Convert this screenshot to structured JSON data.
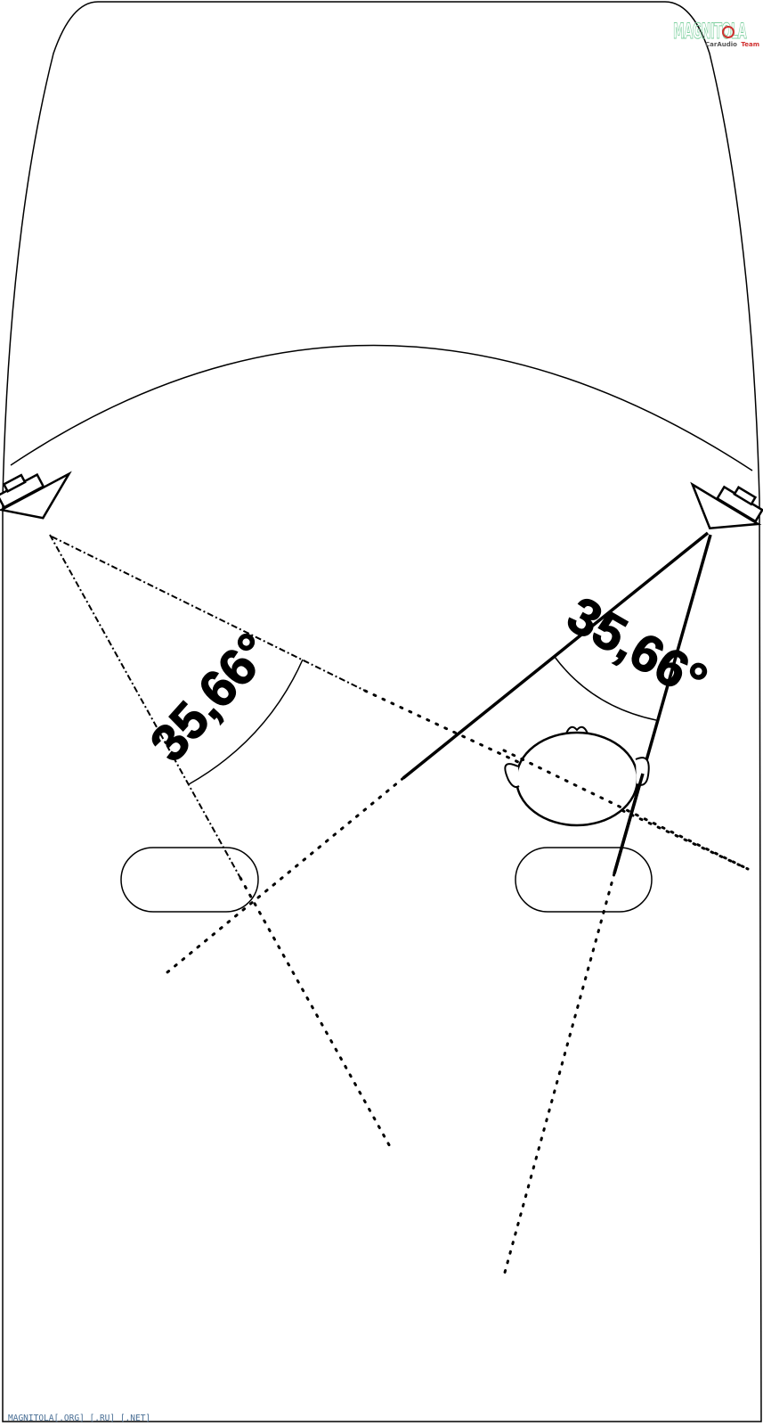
{
  "left_angle": {
    "label": "35,66°"
  },
  "right_angle": {
    "label": "35,66°"
  },
  "logo": {
    "main": "MAGNITOLA",
    "sub_part1": "CarAudio",
    "sub_part2": "Team",
    "color_main": "#7fd0a0",
    "color_sub1": "#555555",
    "color_sub2": "#d03030",
    "icon": "speaker-ring-icon"
  },
  "footer": {
    "text": "MAGNITOLA[.ORG] [.RU] [.NET]"
  },
  "colors": {
    "line": "#000000",
    "background": "#ffffff",
    "footer": "#4a6f95"
  }
}
